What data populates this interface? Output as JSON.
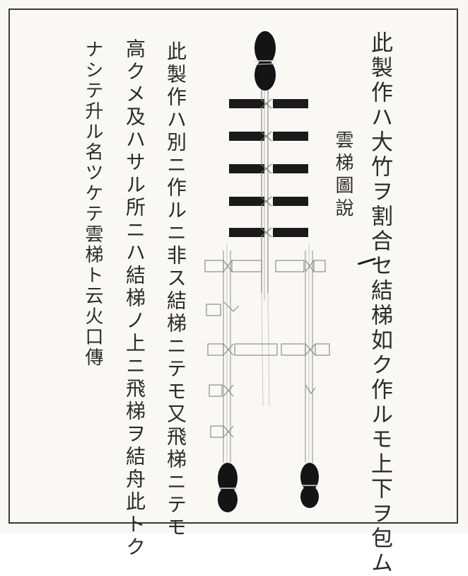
{
  "document": {
    "title": "雲梯圖說",
    "columns": [
      "此製作ハ大竹ヲ割合セ結梯如ク作ルモ上下ヲ包ム",
      "此製作ハ別ニ作ルニ非ス結梯ニテモ又飛梯ニテモ",
      "高クメ及ハサル所ニハ結梯ノ上ニ飛梯ヲ結舟此トク",
      "ナシテ升ル名ツケテ雲梯ト云火口傳"
    ]
  },
  "illustration": {
    "subject": "cloud-ladder",
    "ink_color": "#1a1a1a",
    "line_color": "#8a8a8a",
    "paper_color": "#f9f8f4"
  }
}
